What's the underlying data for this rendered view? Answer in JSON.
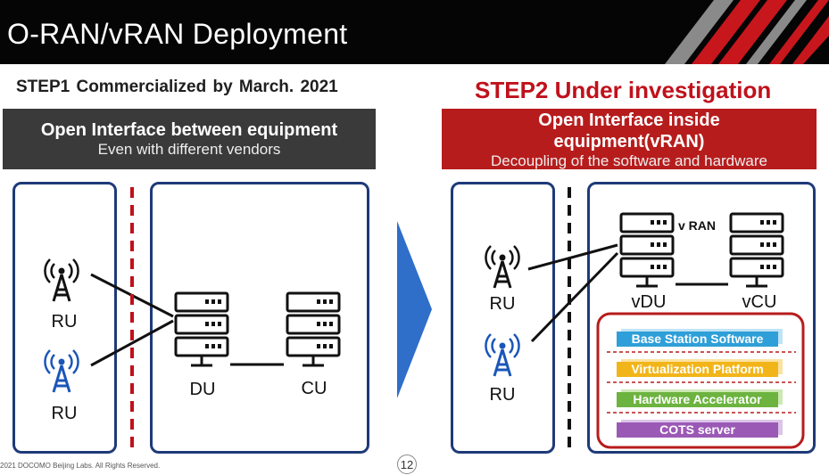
{
  "title": "O-RAN/vRAN Deployment",
  "step1": {
    "heading": "STEP1 Commercialized  by March. 2021",
    "box_title": "Open Interface between equipment",
    "box_subtitle": "Even with different vendors",
    "ru_label_1": "RU",
    "ru_label_2": "RU",
    "du_label": "DU",
    "cu_label": "CU"
  },
  "step2": {
    "heading": "STEP2 Under investigation",
    "box_title_line1": "Open Interface inside",
    "box_title_line2": "equipment(vRAN)",
    "box_subtitle": "Decoupling of the software and hardware",
    "ru_label_1": "RU",
    "ru_label_2": "RU",
    "vran_label": "v RAN",
    "vdu_label": "vDU",
    "vcu_label": "vCU",
    "layers": [
      {
        "label": "Base Station Software",
        "color": "#2e9fd8"
      },
      {
        "label": "Virtualization Platform",
        "color": "#f2b519"
      },
      {
        "label": "Hardware Accelerator",
        "color": "#6cb33f"
      },
      {
        "label": "COTS server",
        "color": "#9b59b6"
      }
    ]
  },
  "colors": {
    "header_bg": "#050505",
    "accent_red": "#c0111b",
    "frame_blue": "#1e3a78",
    "antenna_blue": "#1a56b8"
  },
  "footer": "2021 DOCOMO Beijing Labs. All Rights Reserved.",
  "page_number": "12"
}
